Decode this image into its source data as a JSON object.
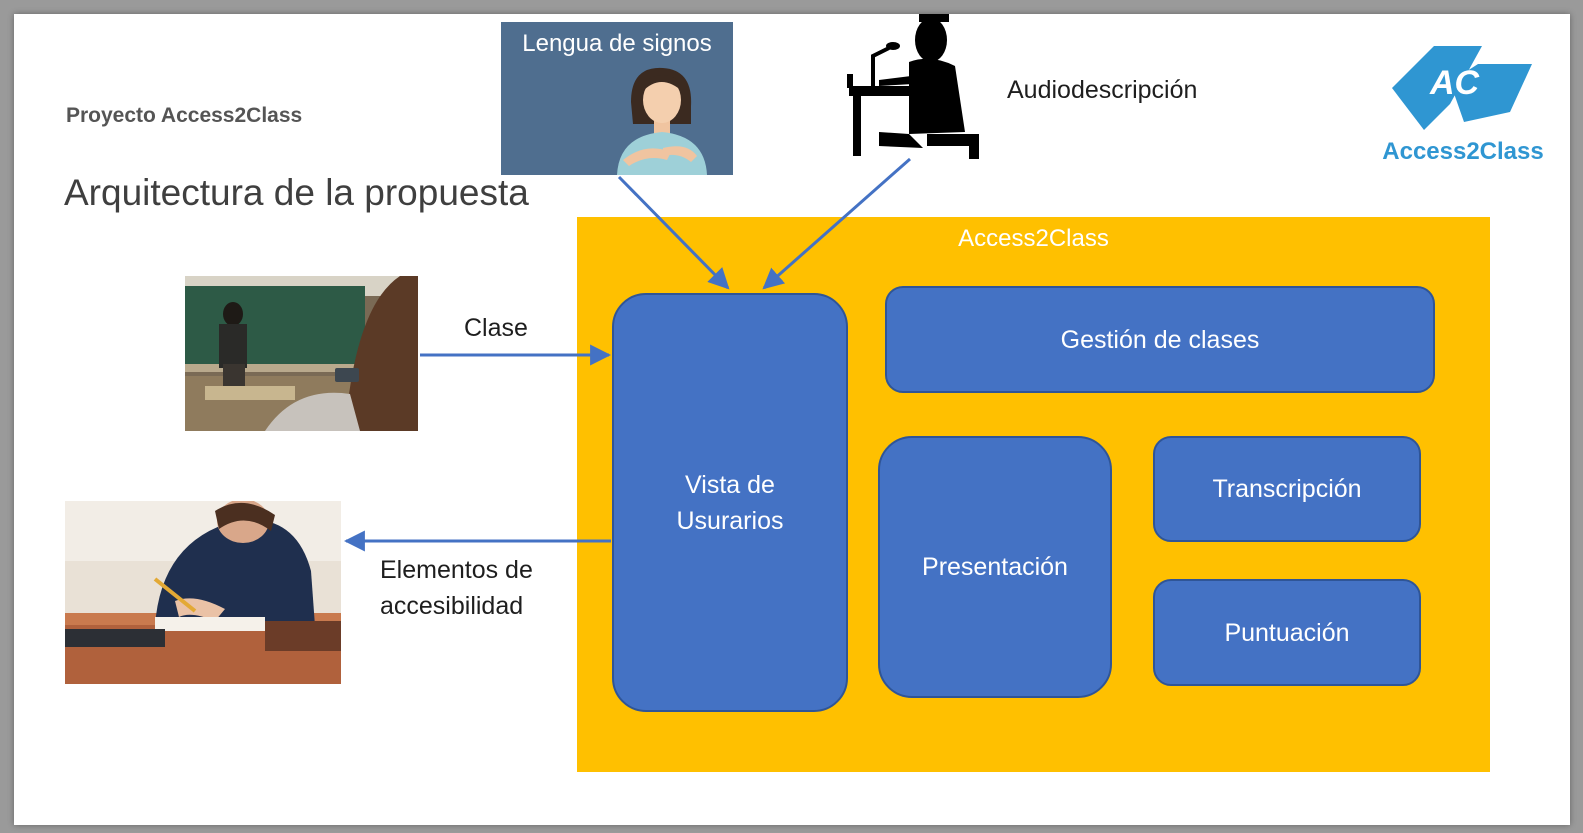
{
  "header": {
    "project_title": "Proyecto Access2Class",
    "page_title": "Arquitectura de la propuesta"
  },
  "inputs": {
    "sign_language": "Lengua de signos",
    "audio_description": "Audiodescripción",
    "class": "Clase"
  },
  "output": {
    "accessibility_elements_line1": "Elementos de",
    "accessibility_elements_line2": "accesibilidad"
  },
  "logo": {
    "text": "Access2Class",
    "letters": "AC"
  },
  "system": {
    "title": "Access2Class",
    "user_view_line1": "Vista de",
    "user_view_line2": "Usurarios",
    "class_management": "Gestión de clases",
    "presentation": "Presentación",
    "transcription": "Transcripción",
    "scoring": "Puntuación"
  },
  "colors": {
    "container": "#ffc000",
    "module": "#4472c4",
    "arrow": "#4472c4",
    "logo": "#2f96d2",
    "sign_card": "#4f6e8f"
  },
  "icons": [
    "sign-language-woman-icon",
    "audio-narrator-icon",
    "access2class-logo-icon"
  ]
}
